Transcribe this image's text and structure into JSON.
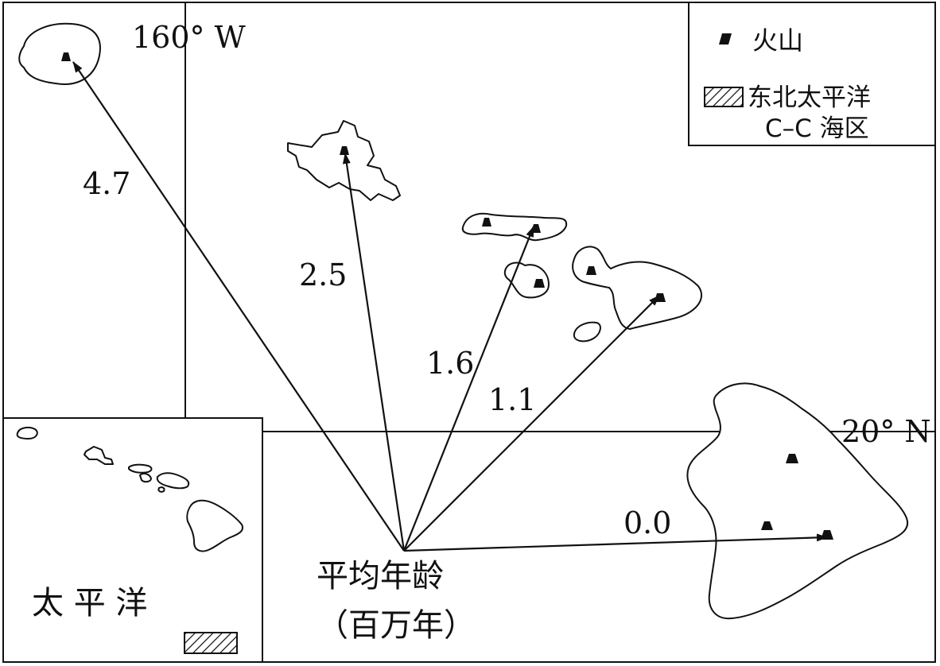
{
  "meridian_label": "160° W",
  "parallel_label": "20° N",
  "legend": {
    "volcano_label": "火山",
    "area_label_line1": "东北太平洋",
    "area_label_line2": "C–C 海区"
  },
  "inset": {
    "ocean_label": "太 平 洋"
  },
  "origin_label_line1": "平均年龄",
  "origin_label_line2": "（百万年）",
  "ages": {
    "a1": "4.7",
    "a2": "2.5",
    "a3": "1.6",
    "a4": "1.1",
    "a5": "0.0"
  }
}
